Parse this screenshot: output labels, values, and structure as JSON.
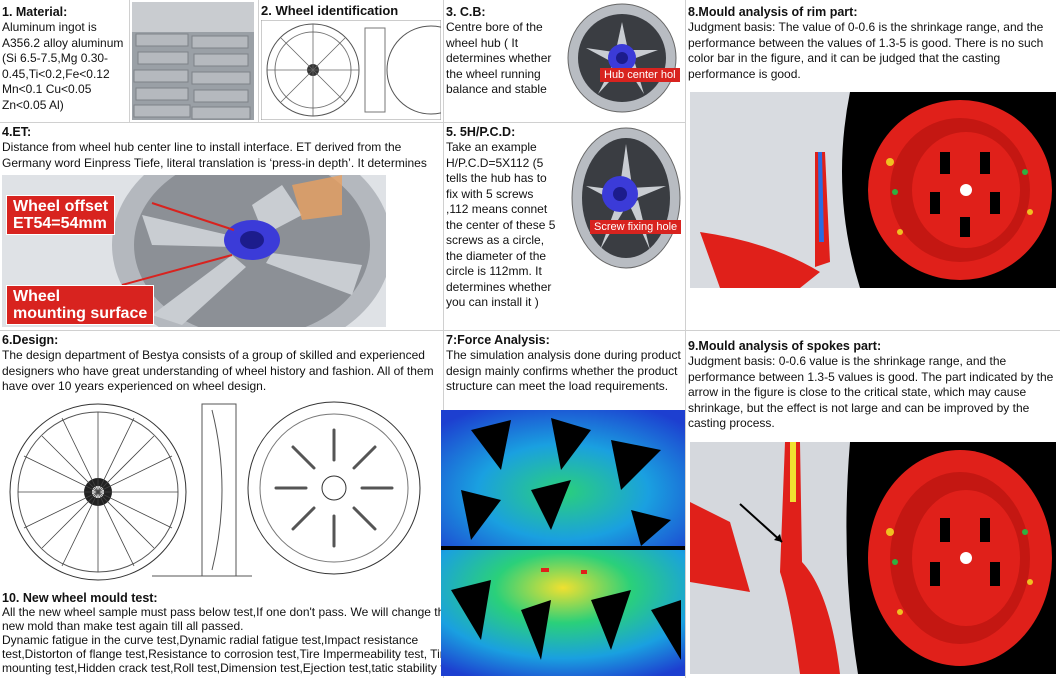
{
  "sections": {
    "material": {
      "title": "1. Material:",
      "lines": [
        "Aluminum ingot is",
        "A356.2 alloy aluminum",
        "(Si 6.5-7.5,Mg 0.30-",
        "0.45,Ti<0.2,Fe<0.12",
        "Mn<0.1 Cu<0.05",
        "Zn<0.05 Al)"
      ]
    },
    "wheel_identification": {
      "title": "2. Wheel identification"
    },
    "cb": {
      "title": "3. C.B:",
      "lines": [
        "Centre bore of the",
        "wheel hub ( It",
        "determines whether",
        "the wheel running",
        "balance and stable"
      ],
      "tag": "Hub center hol"
    },
    "rim": {
      "title": "8.Mould analysis of rim part:",
      "lines": [
        "Judgment basis: The value of 0-0.6 is the shrinkage range, and the",
        "performance between the values of 1.3-5 is good. There is no such",
        "color bar in the figure, and it can be judged that the casting",
        "performance is good."
      ]
    },
    "et": {
      "title": "4.ET:",
      "lines": [
        "Distance from wheel hub center line to install interface. ET derived from the",
        "Germany word Einpress Tiefe, literal translation is ‘press-in depth’. It determines"
      ],
      "offset_label_1": "Wheel offset",
      "offset_label_2": "ET54=54mm",
      "mount_label_1": "Wheel",
      "mount_label_2": "mounting surface"
    },
    "pcd": {
      "title": "5. 5H/P.C.D:",
      "lines": [
        "Take an example",
        "H/P.C.D=5X112 (5",
        "tells the hub has to",
        "fix with 5 screws",
        ",112 means connet",
        "the center of these 5",
        "screws as a circle,",
        "the diameter of the",
        "circle is 112mm. It",
        "determines whether",
        "you can install it )"
      ],
      "tag": "Screw fixing hole"
    },
    "design": {
      "title": "6.Design:",
      "lines": [
        "The design department of Bestya consists of a group of skilled and experienced",
        "designers who have great understanding of wheel history and fashion. All of them",
        "have over 10 years experienced on wheel design."
      ]
    },
    "force": {
      "title": "7:Force Analysis:",
      "lines": [
        "The simulation analysis done during product",
        "design mainly confirms whether the product",
        "structure can meet the load requirements."
      ]
    },
    "spokes": {
      "title": "9.Mould analysis of spokes part:",
      "lines": [
        "Judgment basis: 0-0.6 value is the shrinkage range, and the",
        "performance between 1.3-5 values is good. The part indicated by the",
        "arrow in the figure is close to the critical state, which may cause",
        "shrinkage, but the effect is not large and can be improved by the",
        "casting process."
      ]
    },
    "test": {
      "title": "10. New wheel mould test:",
      "lines": [
        "All the new wheel sample must pass below test,If one don't pass. We will change the",
        "new mold than make test again till all passed.",
        "Dynamic fatigue in the curve test,Dynamic radial fatigue test,Impact resistance",
        "test,Distorton of flange test,Resistance to corrosion test,Tire Impermeability test, Tire",
        "mounting test,Hidden crack test,Roll test,Dimension test,Ejection test,tatic stability test."
      ]
    }
  },
  "colors": {
    "callout": "#d8231f",
    "sim_red": "#e0201a",
    "border": "#d0d0d0"
  }
}
